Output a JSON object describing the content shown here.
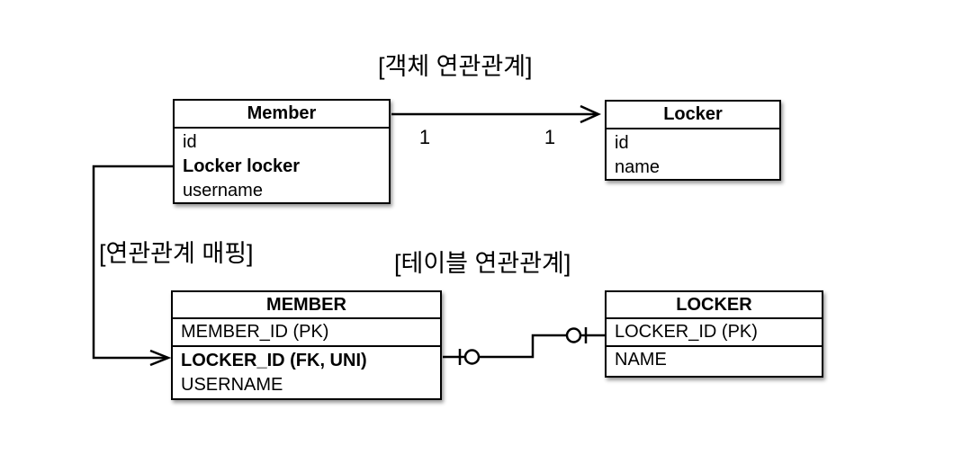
{
  "labels": {
    "object_relation": "[객체 연관관계]",
    "mapping": "[연관관계 매핑]",
    "table_relation": "[테이블 연관관계]"
  },
  "object_diagram": {
    "member": {
      "title": "Member",
      "fields": [
        {
          "text": "id"
        },
        {
          "text": "Locker locker"
        },
        {
          "text": "username"
        }
      ]
    },
    "locker": {
      "title": "Locker",
      "fields": [
        {
          "text": "id"
        },
        {
          "text": "name"
        }
      ]
    },
    "multiplicity": {
      "member_side": "1",
      "locker_side": "1"
    }
  },
  "table_diagram": {
    "member": {
      "title": "MEMBER",
      "rows": [
        {
          "text": "MEMBER_ID (PK)"
        },
        {
          "text": "LOCKER_ID (FK, UNI)"
        },
        {
          "text": "USERNAME"
        }
      ]
    },
    "locker": {
      "title": "LOCKER",
      "rows": [
        {
          "text": "LOCKER_ID (PK)"
        },
        {
          "text": "NAME"
        }
      ]
    }
  },
  "colors": {
    "line": "#000000",
    "background": "#ffffff",
    "text": "#000000"
  }
}
